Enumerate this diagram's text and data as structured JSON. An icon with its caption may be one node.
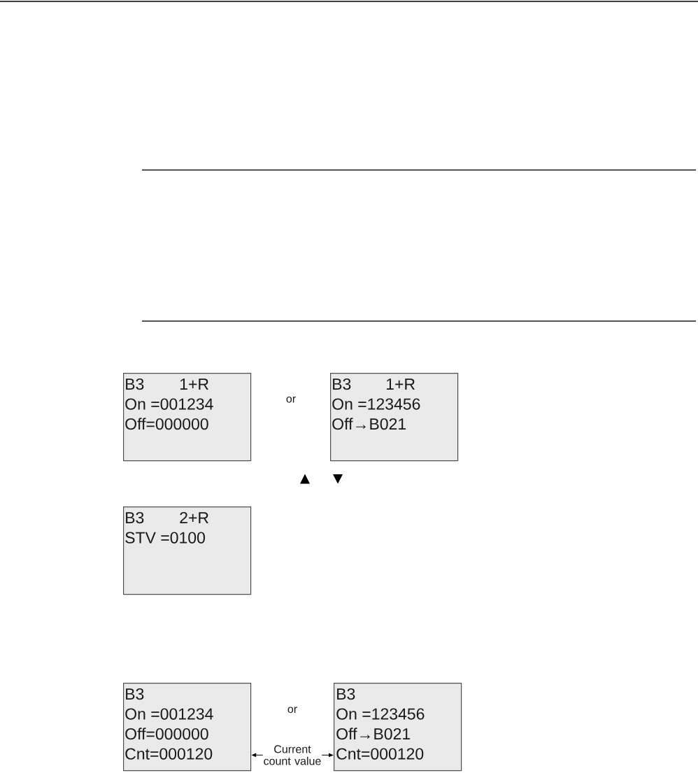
{
  "diagram": {
    "nodes": [
      {
        "text": [
          "B3",
          "1+R",
          "On =001234",
          "Off=000000"
        ]
      },
      {
        "text": [
          "B3",
          "1+R",
          "On =123456",
          "Off→B021"
        ]
      },
      {
        "text": [
          "B3",
          "2+R",
          "STV =0100"
        ]
      },
      {
        "text": [
          "B3",
          "On =001234",
          "Off=000000",
          "Cnt=000120"
        ]
      },
      {
        "text": [
          "B3",
          "On =123456",
          "Off→B021",
          "Cnt=000120"
        ]
      },
      {
        "text": [
          "Current count value"
        ]
      }
    ],
    "edges": [
      {
        "from": 5,
        "to": 3,
        "arrow": "to"
      },
      {
        "from": 5,
        "to": 4,
        "arrow": "to"
      }
    ],
    "labels": [
      "or",
      "or"
    ]
  }
}
